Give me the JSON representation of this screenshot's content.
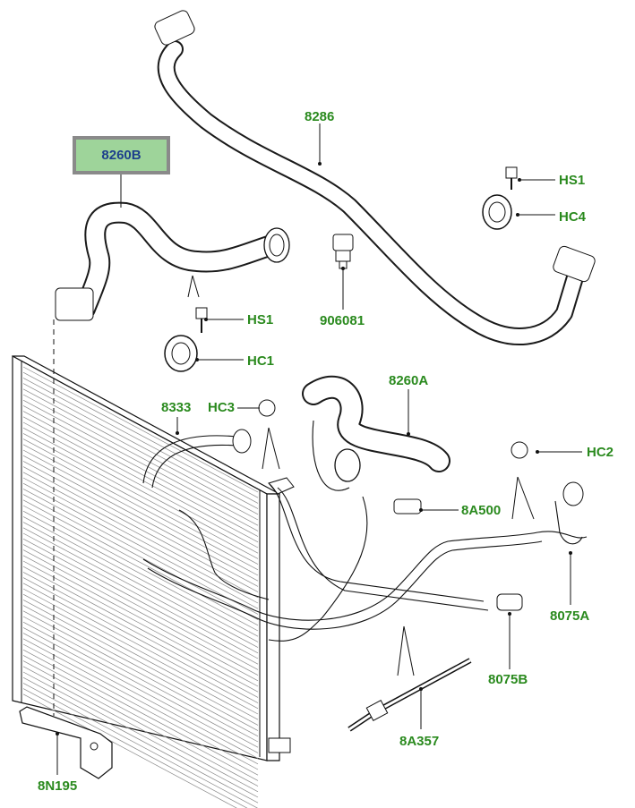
{
  "colors": {
    "label": "#2a8a1e",
    "highlight_label": "#1d3f8c",
    "highlight_fill": "#9ed49a",
    "highlight_border": "#8a8a8a",
    "line": "#111111"
  },
  "highlighted_part": {
    "label": "8260B"
  },
  "parts": [
    {
      "label": "8286"
    },
    {
      "label": "HS1"
    },
    {
      "label": "HC4"
    },
    {
      "label": "HS1"
    },
    {
      "label": "906081"
    },
    {
      "label": "HC1"
    },
    {
      "label": "8333"
    },
    {
      "label": "HC3"
    },
    {
      "label": "8260A"
    },
    {
      "label": "HC2"
    },
    {
      "label": "8A500"
    },
    {
      "label": "8075A"
    },
    {
      "label": "8075B"
    },
    {
      "label": "8A357"
    },
    {
      "label": "8N195"
    }
  ]
}
